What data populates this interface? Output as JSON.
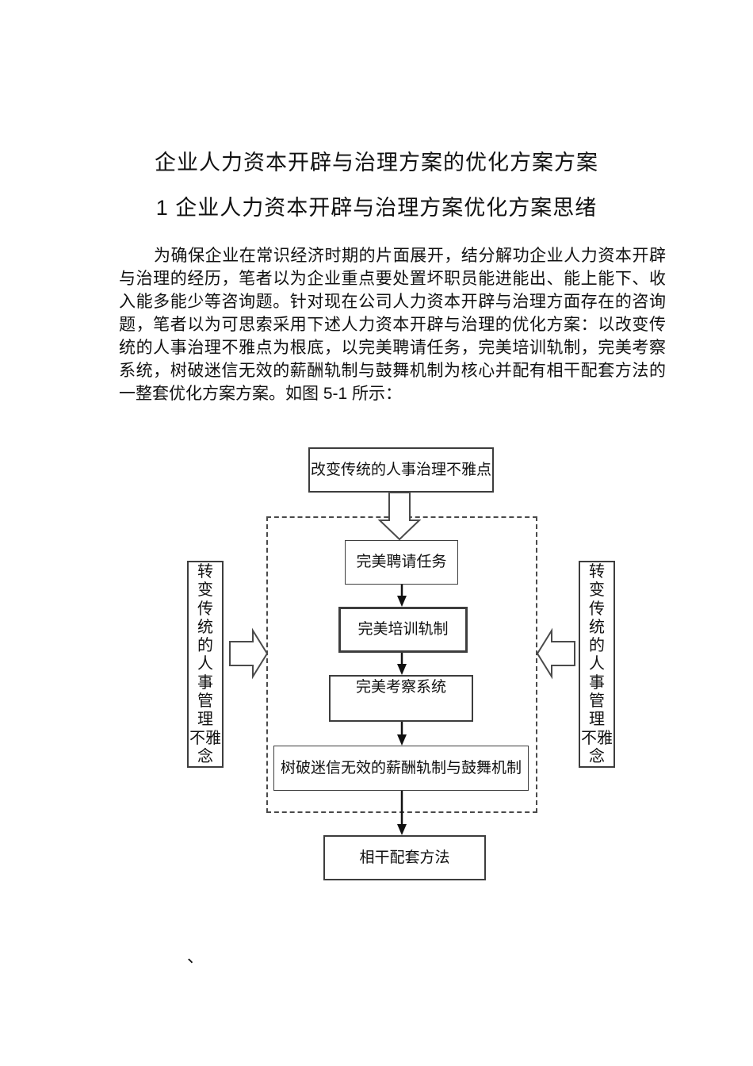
{
  "document": {
    "title": "企业人力资本开辟与治理方案的优化方案方案",
    "section_heading": "1 企业人力资本开辟与治理方案优化方案思绪",
    "paragraph": "为确保企业在常识经济时期的片面展开，结分解功企业人力资本开辟与治理的经历，笔者以为企业重点要处置坏职员能进能出、能上能下、收入能多能少等咨询题。针对现在公司人力资本开辟与治理方面存在的咨询题，笔者以为可思索采用下述人力资本开辟与治理的优化方案：以改变传统的人事治理不雅点为根底，以完美聘请任务，完美培训轨制，完美考察系统，树破迷信无效的薪酬轨制与鼓舞机制为核心并配有相干配套方法的一整套优化方案方案。如图 5-1 所示：",
    "stray_mark": "、"
  },
  "flowchart": {
    "top_box": "改变传统的人事治理不雅点",
    "steps": [
      "完美聘请任务",
      "完美培训轨制",
      "完美考察系统",
      "树破迷信无效的薪酬轨制与鼓舞机制"
    ],
    "bottom_box": "相干配套方法",
    "left_side_label": "转\n变\n传\n统\n的\n人\n事\n管\n理\n不雅\n念",
    "right_side_label": "转\n变\n传\n统\n的\n人\n事\n管\n理\n不雅\n念",
    "colors": {
      "ink": "#111111",
      "line": "#3d3d3d",
      "background": "#ffffff"
    }
  }
}
